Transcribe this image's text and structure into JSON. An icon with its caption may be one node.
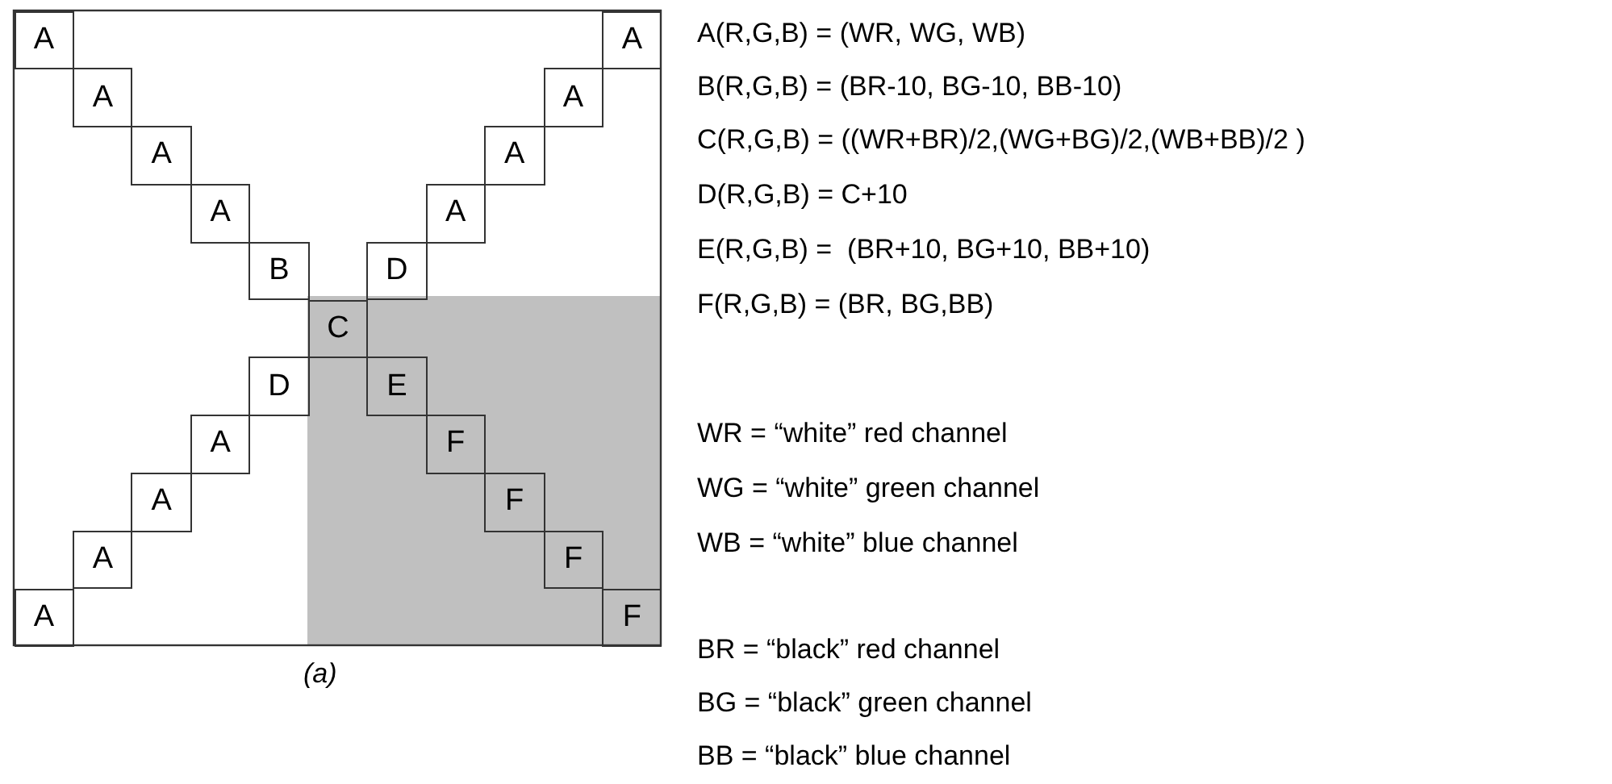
{
  "diagram": {
    "caption": "(a)",
    "nodes": [
      {
        "text": [
          "A"
        ]
      },
      {
        "text": [
          "A"
        ]
      },
      {
        "text": [
          "A"
        ]
      },
      {
        "text": [
          "A"
        ]
      },
      {
        "text": [
          "A"
        ]
      },
      {
        "text": [
          "A"
        ]
      },
      {
        "text": [
          "A"
        ]
      },
      {
        "text": [
          "A"
        ]
      },
      {
        "text": [
          "B"
        ]
      },
      {
        "text": [
          "D"
        ]
      },
      {
        "text": [
          "C"
        ]
      },
      {
        "text": [
          "D"
        ]
      },
      {
        "text": [
          "E"
        ]
      },
      {
        "text": [
          "A"
        ]
      },
      {
        "text": [
          "F"
        ]
      },
      {
        "text": [
          "A"
        ]
      },
      {
        "text": [
          "F"
        ]
      },
      {
        "text": [
          "A"
        ]
      },
      {
        "text": [
          "F"
        ]
      },
      {
        "text": [
          "A"
        ]
      },
      {
        "text": [
          "F"
        ]
      }
    ],
    "labels": [
      "A(R,G,B) = (WR, WG, WB)",
      "B(R,G,B) = (BR-10, BG-10, BB-10)",
      "C(R,G,B) = ((WR+BR)/2,(WG+BG)/2,(WB+BB)/2 )",
      "D(R,G,B) = C+10",
      "E(R,G,B) =  (BR+10, BG+10, BB+10)",
      "F(R,G,B) = (BR, BG,BB)",
      "WR = “white” red channel",
      "WG = “white” green channel",
      "WB = “white” blue channel",
      "BR = “black” red channel",
      "BG = “black” green channel",
      "BB = “black” blue channel"
    ]
  }
}
